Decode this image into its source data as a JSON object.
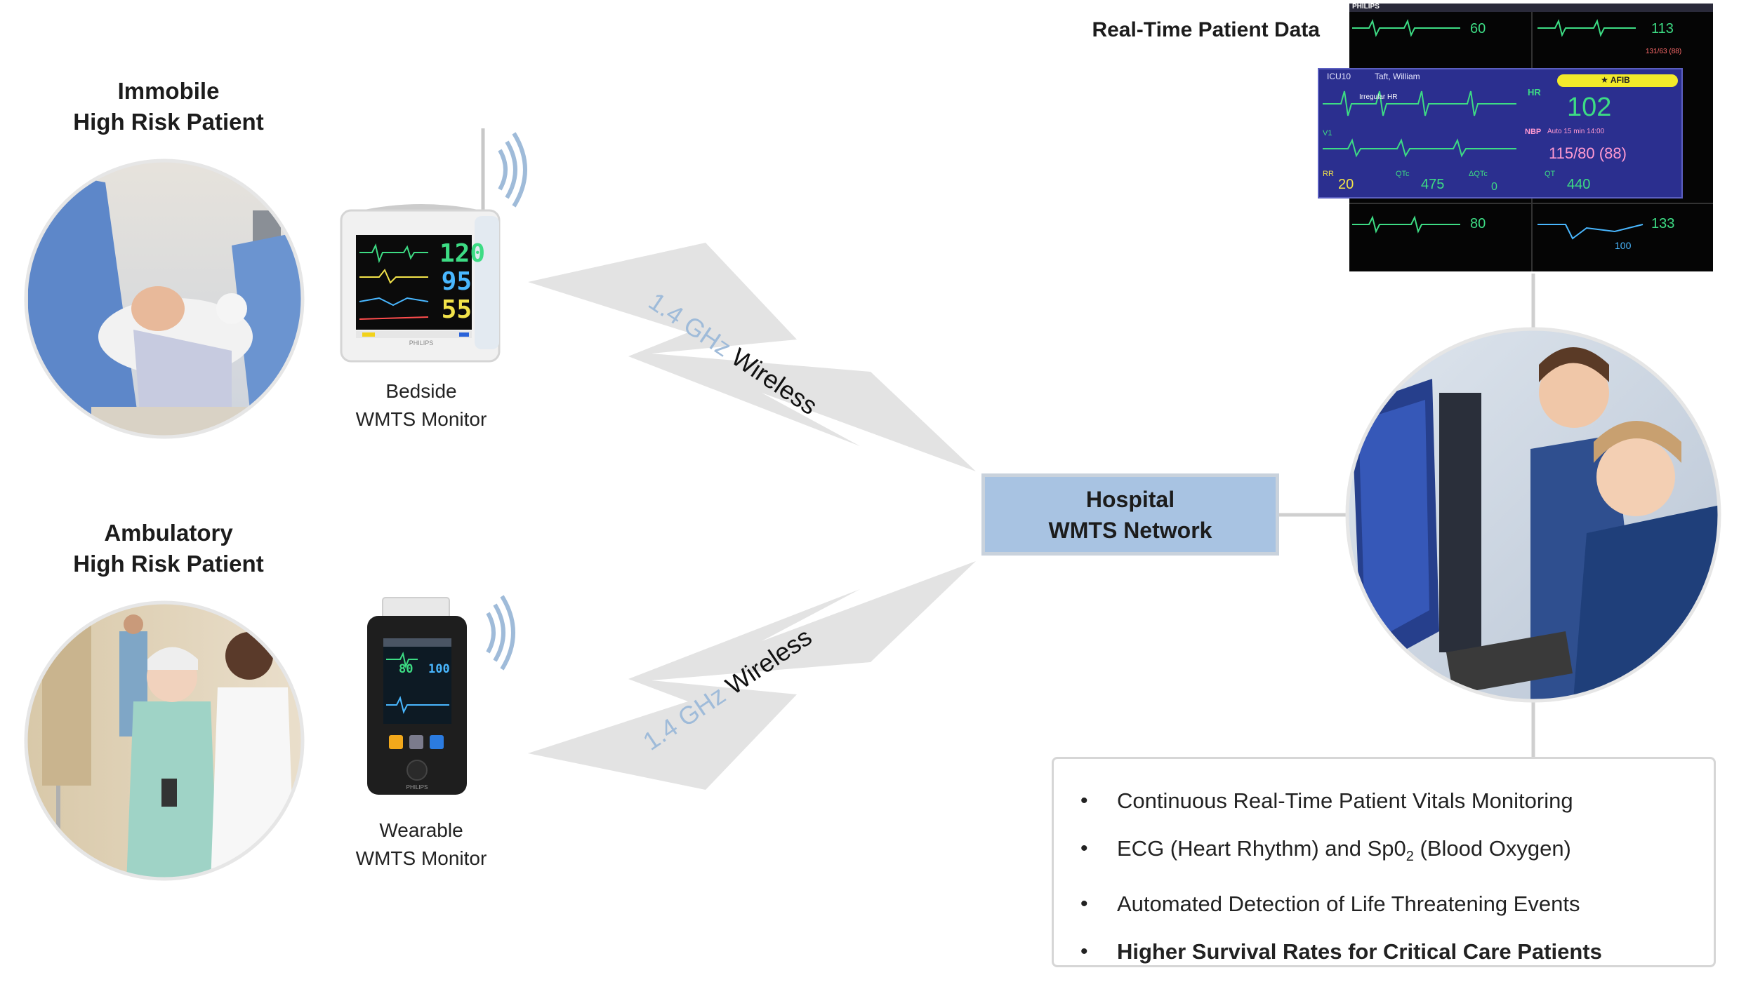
{
  "patients": {
    "immobile": {
      "line1": "Immobile",
      "line2": "High Risk Patient"
    },
    "ambulatory": {
      "line1": "Ambulatory",
      "line2": "High Risk Patient"
    }
  },
  "devices": {
    "bedside": {
      "line1": "Bedside",
      "line2": "WMTS Monitor",
      "brand": "PHILIPS",
      "readings": [
        "120",
        "95",
        "55"
      ]
    },
    "wearable": {
      "line1": "Wearable",
      "line2": "WMTS Monitor",
      "brand": "PHILIPS",
      "readings": [
        "80",
        "100"
      ]
    }
  },
  "links": {
    "upper": {
      "freq": "1.4 GHz",
      "word": "Wireless"
    },
    "lower": {
      "freq": "1.4 GHz",
      "word": "Wireless"
    }
  },
  "hub": {
    "line1": "Hospital",
    "line2": "WMTS Network"
  },
  "realtime": {
    "title": "Real-Time Patient Data",
    "brand": "PHILIPS",
    "bed": "ICU10",
    "patient": "Taft, William",
    "alarm": "★ AFIB",
    "rhythm": "Irregular HR",
    "hr_label": "HR",
    "hr": "102",
    "nbp_label": "NBP",
    "nbp_note": "Auto 15 min 14:00",
    "nbp": "115/80 (88)",
    "rr_label": "RR",
    "rr": "20",
    "qtc_label": "QTc",
    "qtc": "475",
    "dqtc_label": "ΔQTc",
    "dqtc": "0",
    "qt_label": "QT",
    "qt": "440",
    "lead": "V1",
    "mini_values": [
      "60",
      "113",
      "80",
      "133",
      "100"
    ],
    "mini_bp": "131/63 (88)"
  },
  "benefits": [
    {
      "text": "Continuous Real-Time Patient Vitals Monitoring",
      "bold": false
    },
    {
      "text": "ECG (Heart Rhythm) and Sp0",
      "sub": "2",
      "after": " (Blood Oxygen)",
      "bold": false
    },
    {
      "text": "Automated Detection of Life Threatening Events",
      "bold": false
    },
    {
      "text": "Higher Survival Rates for Critical Care Patients",
      "bold": true
    }
  ],
  "bullet": "•",
  "colors": {
    "hub_fill": "#a8c3e2",
    "bolt": "#e3e3e3",
    "signal": "#9fbbd9",
    "monitor_panel": "#2b2f8f",
    "alarm": "#f2ea2a",
    "ecg_green": "#3ddc84"
  }
}
